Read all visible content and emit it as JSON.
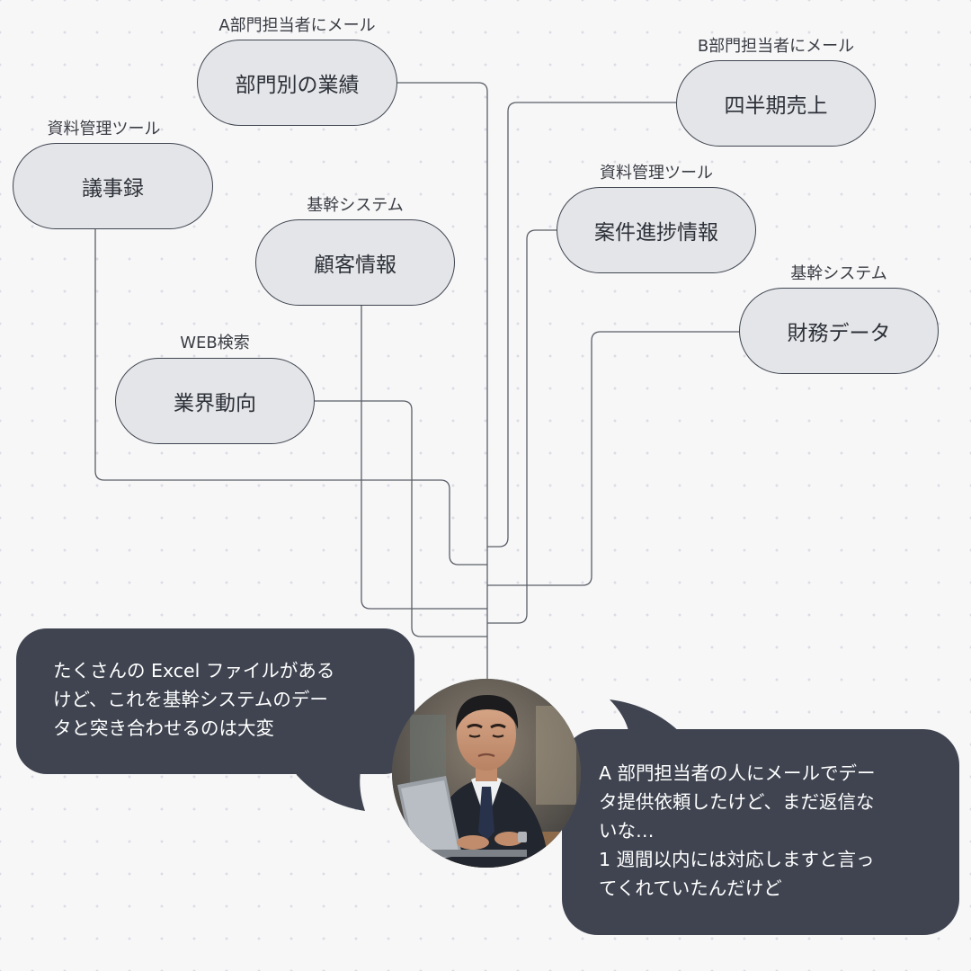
{
  "colors": {
    "background": "#f7f7f8",
    "grid_dot": "#dcdce6",
    "node_fill": "#e4e5e8",
    "node_border": "#3f4550",
    "connector": "#5a5e66",
    "bubble": "#3f4450",
    "bubble_text": "#ffffff"
  },
  "nodes": [
    {
      "id": "dept-performance",
      "source": "A部門担当者にメール",
      "label": "部門別の業績"
    },
    {
      "id": "quarterly-sales",
      "source": "B部門担当者にメール",
      "label": "四半期売上"
    },
    {
      "id": "minutes",
      "source": "資料管理ツール",
      "label": "議事録"
    },
    {
      "id": "project-progress",
      "source": "資料管理ツール",
      "label": "案件進捗情報"
    },
    {
      "id": "customer-info",
      "source": "基幹システム",
      "label": "顧客情報"
    },
    {
      "id": "financial-data",
      "source": "基幹システム",
      "label": "財務データ"
    },
    {
      "id": "industry-trends",
      "source": "WEB検索",
      "label": "業界動向"
    }
  ],
  "bubbles": {
    "left": {
      "lines": [
        "たくさんの Excel ファイルがある",
        "けど、これを基幹システムのデー",
        "タと突き合わせるのは大変"
      ]
    },
    "right": {
      "lines": [
        "A 部門担当者の人にメールでデー",
        "タ提供依頼したけど、まだ返信な",
        "いな…",
        "1 週間以内には対応しますと言っ",
        "てくれていたんだけど"
      ]
    }
  },
  "avatar": {
    "icon": "worried-businessman-at-laptop"
  }
}
